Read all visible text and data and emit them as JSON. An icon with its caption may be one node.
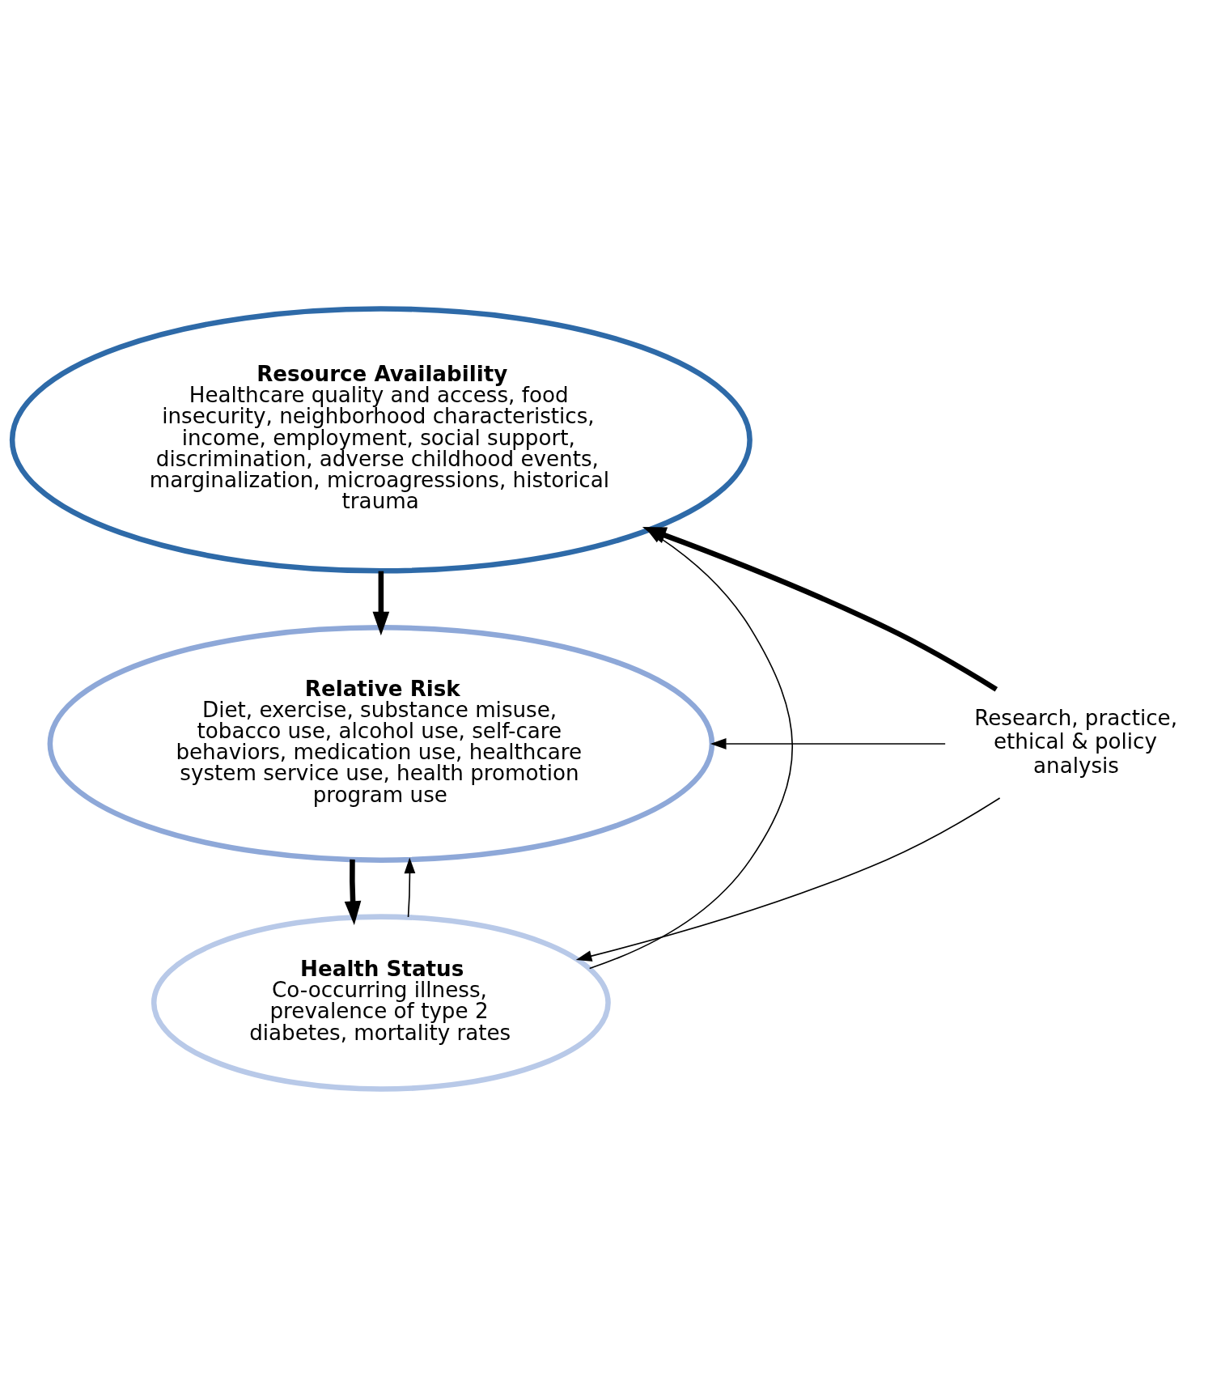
{
  "diagram": {
    "nodes": [
      {
        "text": [
          "Resource Availability",
          "Healthcare quality and access, food insecurity, neighborhood characteristics, income, employment, social support, discrimination, adverse childhood events, marginalization, microagressions, historical trauma"
        ]
      },
      {
        "text": [
          "Relative Risk",
          "Diet, exercise, substance misuse, tobacco use, alcohol use, self-care behaviors, medication use, healthcare system service use, health promotion program use"
        ]
      },
      {
        "text": [
          "Health Status",
          "Co-occurring illness, prevalence of type 2 diabetes, mortality rates"
        ]
      },
      {
        "text": [
          "Research, practice, ethical & policy analysis"
        ]
      }
    ],
    "edges": [
      {
        "from": 0,
        "to": 1,
        "arrow": "to",
        "style": "thick"
      },
      {
        "from": 1,
        "to": 2,
        "arrow": "to",
        "style": "thick"
      },
      {
        "from": 3,
        "to": 0,
        "arrow": "to",
        "style": "thick"
      },
      {
        "from": 3,
        "to": 1,
        "arrow": "to"
      },
      {
        "from": 3,
        "to": 2,
        "arrow": "to"
      },
      {
        "from": 2,
        "to": 1,
        "arrow": "to"
      },
      {
        "from": 2,
        "to": 0,
        "arrow": "to"
      }
    ]
  }
}
